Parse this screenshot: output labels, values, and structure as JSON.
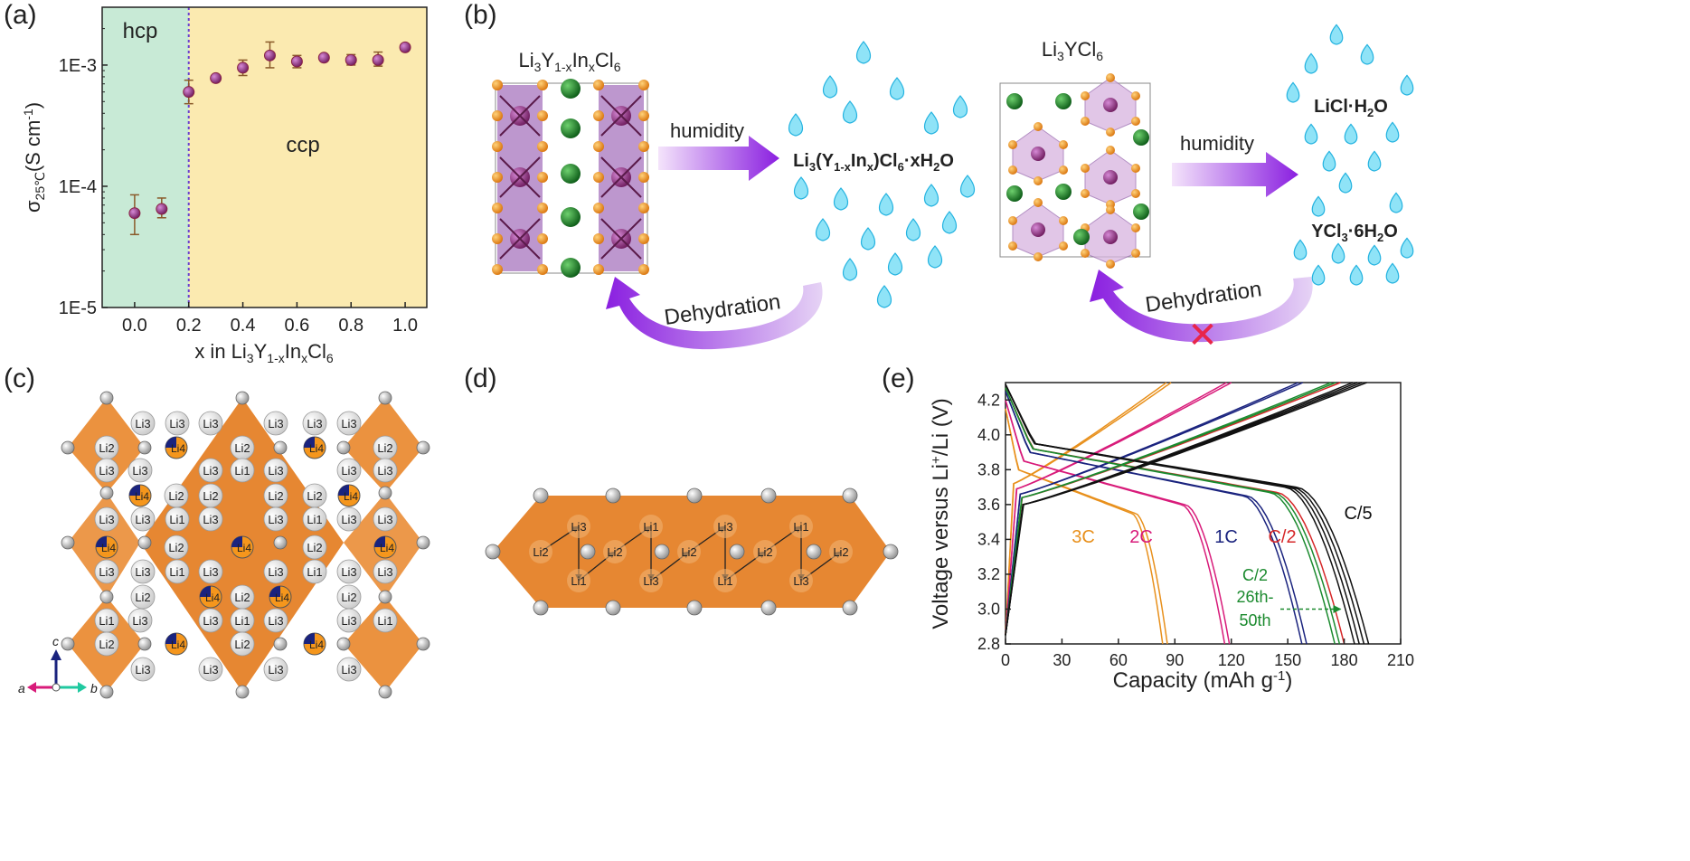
{
  "panels": {
    "a": "(a)",
    "b": "(b)",
    "c": "(c)",
    "d": "(d)",
    "e": "(e)"
  },
  "chart_data": [
    {
      "panel": "a",
      "type": "scatter",
      "xlabel_parts": [
        "x in Li",
        "3",
        "Y",
        "1-x",
        "In",
        "x",
        "Cl",
        "6"
      ],
      "ylabel_parts": [
        "σ",
        "25℃",
        "(S cm",
        "-1",
        ")"
      ],
      "y_scale": "log",
      "xlim": [
        -0.12,
        1.08
      ],
      "ylim": [
        1e-05,
        0.003
      ],
      "x_ticks": [
        0.0,
        0.2,
        0.4,
        0.6,
        0.8,
        1.0
      ],
      "x_tick_labels": [
        "0.0",
        "0.2",
        "0.4",
        "0.6",
        "0.8",
        "1.0"
      ],
      "y_ticks": [
        1e-05,
        0.0001,
        0.001
      ],
      "y_tick_labels": [
        "1E-5",
        "1E-4",
        "1E-3"
      ],
      "regions": [
        {
          "label": "hcp",
          "x_range": [
            -0.12,
            0.2
          ],
          "color": "#c8ead6"
        },
        {
          "label": "ccp",
          "x_range": [
            0.2,
            1.08
          ],
          "color": "#fbeab0"
        }
      ],
      "boundary_x": 0.2,
      "points": [
        {
          "x": 0.0,
          "y": 6e-05,
          "err": [
            4e-05,
            8.5e-05
          ]
        },
        {
          "x": 0.1,
          "y": 6.5e-05,
          "err": [
            5.5e-05,
            8e-05
          ]
        },
        {
          "x": 0.2,
          "y": 0.0006,
          "err": [
            0.00048,
            0.00075
          ]
        },
        {
          "x": 0.3,
          "y": 0.00078,
          "err": [
            0.00074,
            0.00082
          ]
        },
        {
          "x": 0.4,
          "y": 0.00095,
          "err": [
            0.00082,
            0.0011
          ]
        },
        {
          "x": 0.5,
          "y": 0.0012,
          "err": [
            0.00095,
            0.00155
          ]
        },
        {
          "x": 0.6,
          "y": 0.00107,
          "err": [
            0.00095,
            0.0012
          ]
        },
        {
          "x": 0.7,
          "y": 0.00115,
          "err": [
            0.0011,
            0.0012
          ]
        },
        {
          "x": 0.8,
          "y": 0.0011,
          "err": [
            0.001,
            0.00122
          ]
        },
        {
          "x": 0.9,
          "y": 0.0011,
          "err": [
            0.00098,
            0.00128
          ]
        },
        {
          "x": 1.0,
          "y": 0.0014,
          "err": [
            0.00133,
            0.00147
          ]
        }
      ],
      "marker_color": "#8a2244"
    },
    {
      "panel": "e",
      "type": "line",
      "xlabel_parts": [
        "Capacity (mAh g",
        "-1",
        ")"
      ],
      "ylabel_parts": [
        "Voltage versus Li",
        "+",
        "/Li (V)"
      ],
      "xlim": [
        0,
        210
      ],
      "ylim": [
        2.8,
        4.3
      ],
      "x_ticks": [
        0,
        30,
        60,
        90,
        120,
        150,
        180,
        210
      ],
      "y_ticks": [
        2.8,
        3.0,
        3.2,
        3.4,
        3.6,
        3.8,
        4.0,
        4.2
      ],
      "series": [
        {
          "name": "3C",
          "color": "#e8901c",
          "discharge_end": 86,
          "discharge_start_v": 4.15,
          "plateau": 3.6,
          "charge_start_v": 3.72,
          "charge_end": 88
        },
        {
          "name": "2C",
          "color": "#d81b7a",
          "discharge_end": 119,
          "discharge_start_v": 4.2,
          "plateau": 3.65,
          "charge_start_v": 3.69,
          "charge_end": 120
        },
        {
          "name": "1C",
          "color": "#1a237e",
          "discharge_end": 160,
          "discharge_start_v": 4.25,
          "plateau": 3.7,
          "charge_start_v": 3.66,
          "charge_end": 158
        },
        {
          "name": "C/2",
          "color": "#d62728",
          "discharge_end": 180,
          "discharge_start_v": 4.27,
          "plateau": 3.72,
          "charge_start_v": 3.64,
          "charge_end": 178
        },
        {
          "name": "C/5",
          "color": "#111111",
          "discharge_end": 193,
          "discharge_start_v": 4.29,
          "plateau": 3.75,
          "charge_start_v": 3.6,
          "charge_end": 192
        }
      ],
      "annotation_parts": [
        "C/2",
        "26th-",
        "50th"
      ],
      "annotation_color": "#1b8a2e",
      "arrow_target": {
        "x": 180,
        "y": 3.0
      }
    }
  ],
  "panel_b": {
    "left_formula_parts": [
      "Li",
      "3",
      "Y",
      "1-x",
      "In",
      "x",
      "Cl",
      "6"
    ],
    "left_arrow_label": "humidity",
    "left_product_parts": [
      "Li",
      "3",
      "(Y",
      "1-x",
      "In",
      "x",
      ")Cl",
      "6",
      "·xH",
      "2",
      "O"
    ],
    "left_return_label": "Dehydration",
    "right_formula_parts": [
      "Li",
      "3",
      "YCl",
      "6"
    ],
    "right_arrow_label": "humidity",
    "right_product_top_parts": [
      "LiCl·H",
      "2",
      "O"
    ],
    "right_product_bottom_parts": [
      "YCl",
      "3",
      "·6H",
      "2",
      "O"
    ],
    "right_return_label": "Dehydration",
    "block_mark": "✕"
  },
  "panel_c": {
    "site_labels": [
      "Li1",
      "Li2",
      "Li3",
      "Li4"
    ],
    "axis_labels": [
      "a",
      "b",
      "c"
    ]
  },
  "panel_d": {
    "site_labels": [
      "Li1",
      "Li2",
      "Li3"
    ]
  },
  "colors": {
    "octahedron": "#e9862a",
    "chlorine": "#b9b9b9",
    "indium": "#f5961c",
    "purple": "#9a3fd8",
    "water": "#5fd4f3"
  }
}
